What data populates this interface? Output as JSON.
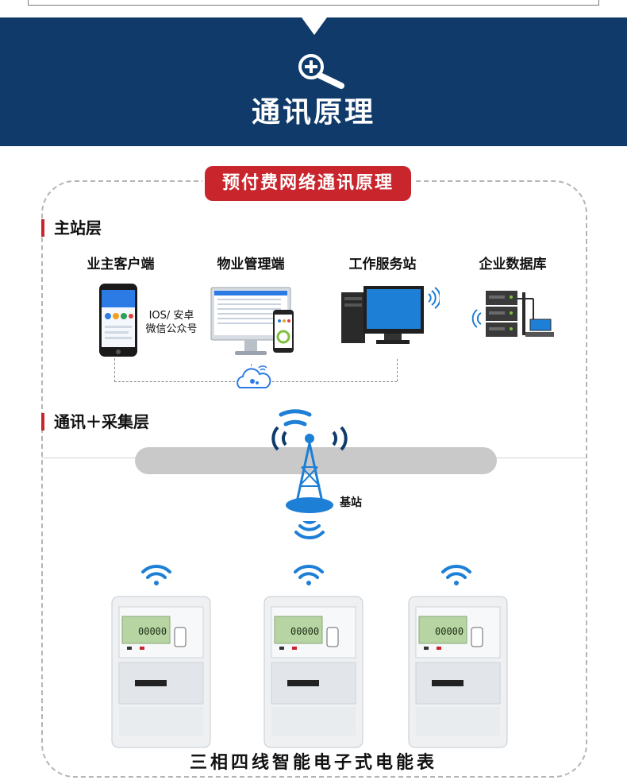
{
  "header": {
    "title": "通讯原理",
    "icon": "magnifier-plus-icon",
    "background": "#0f3a6a"
  },
  "section": {
    "title": "预付费网络通讯原理",
    "accent": "#c8262c"
  },
  "layers": {
    "master": "主站层",
    "comm": "通讯＋采集层"
  },
  "terminals": [
    {
      "label": "业主客户端",
      "icon": "smartphone-icon"
    },
    {
      "label": "物业管理端",
      "icon": "desktop-monitor-icon"
    },
    {
      "label": "工作服务站",
      "icon": "workstation-pc-icon"
    },
    {
      "label": "企业数据库",
      "icon": "server-rack-icon"
    }
  ],
  "client_note": {
    "line1": "IOS/ 安卓",
    "line2": "微信公众号"
  },
  "cloud": {
    "icon": "cloud-wifi-icon"
  },
  "base_station": {
    "label": "基站",
    "icon": "signal-tower-icon"
  },
  "meters": [
    {
      "icon": "electric-meter-icon",
      "reading": "00000"
    },
    {
      "icon": "electric-meter-icon",
      "reading": "00000"
    },
    {
      "icon": "electric-meter-icon",
      "reading": "00000"
    }
  ],
  "footer": {
    "title": "三相四线智能电子式电能表"
  }
}
